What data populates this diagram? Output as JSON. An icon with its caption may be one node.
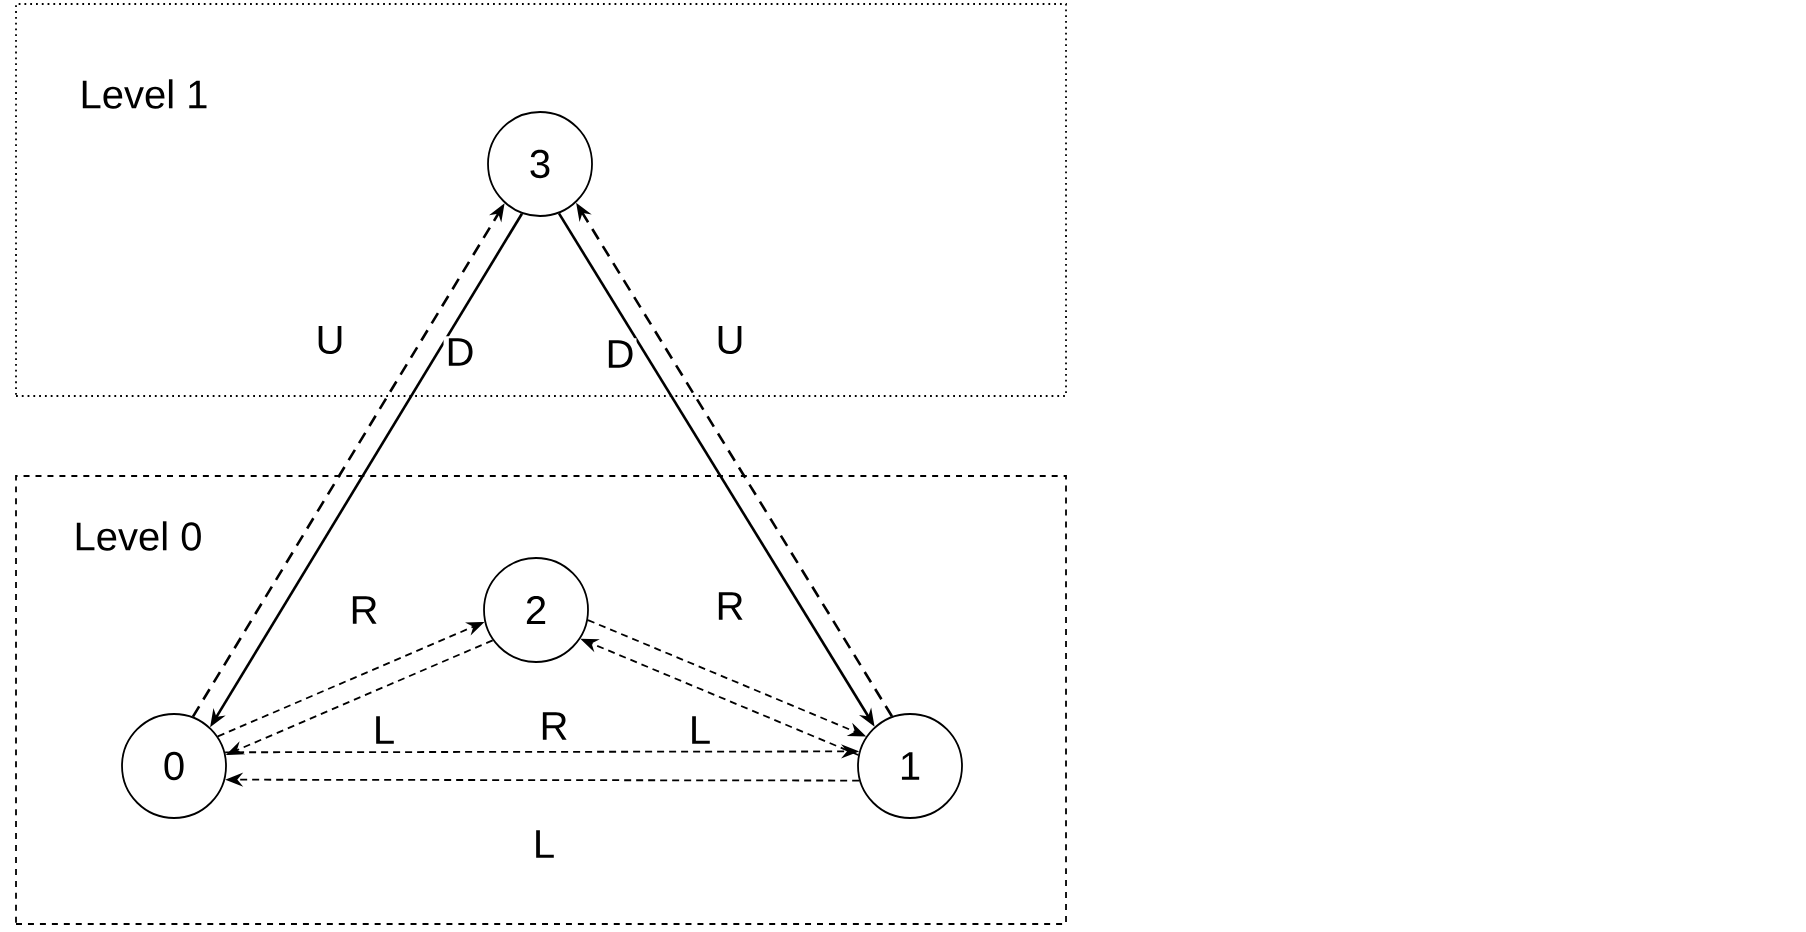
{
  "diagram": {
    "nodes": [
      {
        "text": [
          "Level 1"
        ]
      },
      {
        "text": [
          "3"
        ],
        "in": 0
      },
      {
        "text": [
          "Level 0"
        ]
      },
      {
        "text": [
          "2"
        ],
        "in": 2
      },
      {
        "text": [
          "0"
        ],
        "in": 2
      },
      {
        "text": [
          "1"
        ],
        "in": 2
      }
    ],
    "edges": [
      {
        "from": 4,
        "to": 1,
        "arrow": "to",
        "style": "dashed",
        "label": "U"
      },
      {
        "from": 1,
        "to": 4,
        "arrow": "to",
        "label": "D"
      },
      {
        "from": 1,
        "to": 5,
        "arrow": "to",
        "label": "D"
      },
      {
        "from": 5,
        "to": 1,
        "arrow": "to",
        "style": "dashed",
        "label": "U"
      },
      {
        "from": 4,
        "to": 3,
        "arrow": "to",
        "style": "dashed",
        "label": "R"
      },
      {
        "from": 3,
        "to": 4,
        "arrow": "to",
        "style": "dashed",
        "label": "L"
      },
      {
        "from": 4,
        "to": 5,
        "arrow": "to",
        "style": "dashed",
        "label": "R"
      },
      {
        "from": 3,
        "to": 5,
        "arrow": "to",
        "style": "dashed",
        "label": "R"
      },
      {
        "from": 5,
        "to": 3,
        "arrow": "to",
        "style": "dashed",
        "label": "L"
      },
      {
        "from": 5,
        "to": 4,
        "arrow": "to",
        "style": "dashed",
        "label": "L"
      }
    ]
  }
}
